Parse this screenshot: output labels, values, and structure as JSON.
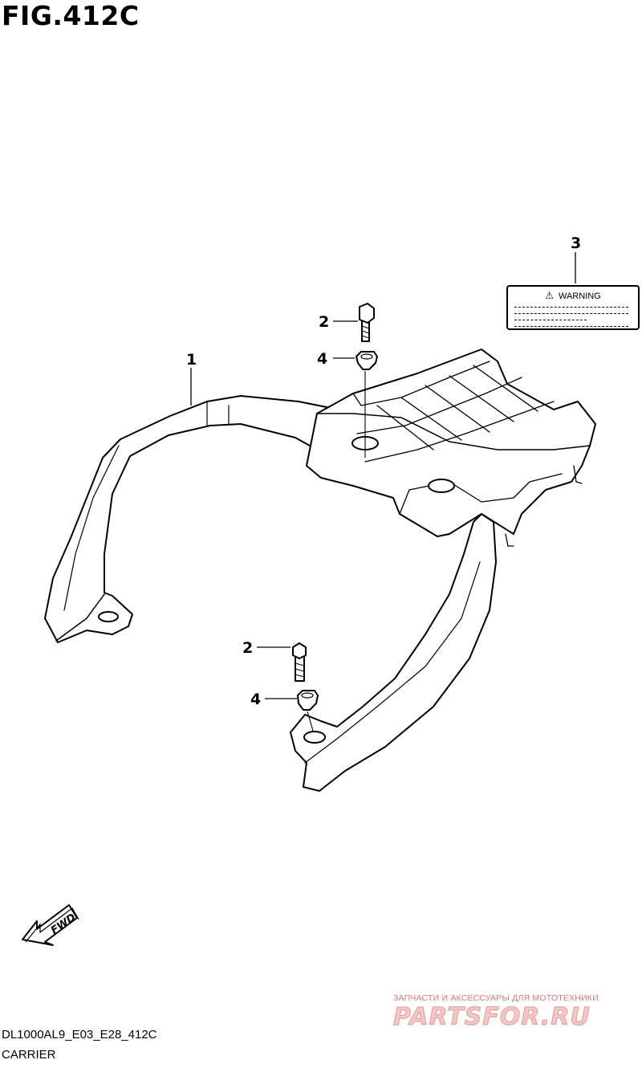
{
  "figure": {
    "title": "FIG.412C"
  },
  "callouts": {
    "carrier": "1",
    "bolt_top": "2",
    "label": "3",
    "washer_top": "4",
    "bolt_bottom": "2",
    "washer_bottom": "4"
  },
  "warning_label": {
    "heading": "WARNING"
  },
  "fwd_arrow": {
    "text": "FWD"
  },
  "watermark": {
    "tagline": "ЗАПЧАСТИ И АКСЕССУАРЫ ДЛЯ МОТОТЕХНИКИ",
    "brand": "PARTSFOR.RU"
  },
  "footer": {
    "model_code": "DL1000AL9_E03_E28_412C",
    "section_name": "CARRIER"
  }
}
